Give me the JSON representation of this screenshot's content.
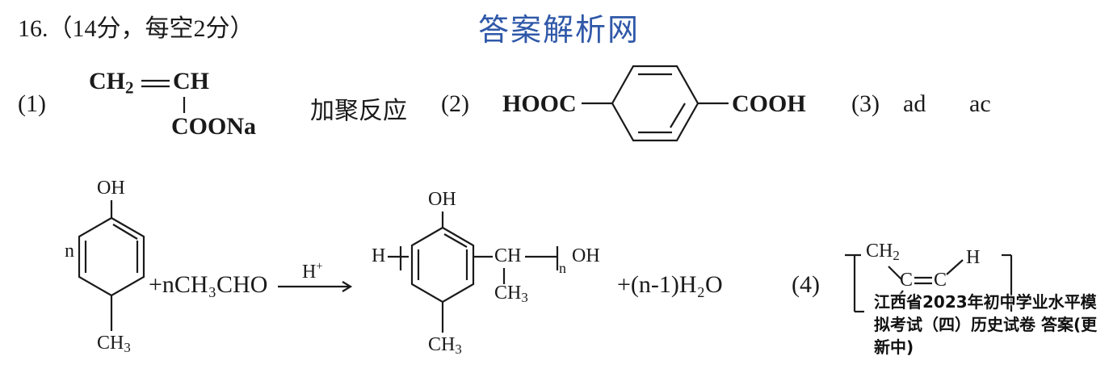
{
  "header": {
    "question": "16.（14分，每空2分）",
    "watermark": "答案解析网"
  },
  "part1": {
    "label": "(1)",
    "monomer_top": "CH",
    "monomer_top_sub": "2",
    "monomer_top_right": "CH",
    "monomer_bottom": "COONa",
    "reaction_type": "加聚反应"
  },
  "part2": {
    "label": "(2)",
    "left_group": "HOOC",
    "right_group": "COOH"
  },
  "part3": {
    "label": "(3)",
    "answer_1": "ad",
    "answer_2": "ac"
  },
  "equation": {
    "phenol_oh": "OH",
    "phenol_coeff": "n",
    "phenol_ch3": "CH",
    "phenol_ch3_sub": "3",
    "reagent": "+nCH₃CHO",
    "catalyst": "H",
    "catalyst_sup": "+",
    "product_oh": "OH",
    "product_end_h": "H",
    "product_ch": "CH",
    "product_n": "n",
    "product_end_oh": "OH",
    "product_ch3_side": "CH",
    "product_ch3_side_sub": "3",
    "product_ch3_ring": "CH",
    "product_ch3_ring_sub": "3",
    "byproduct": "+(n-1)H₂O"
  },
  "part4": {
    "label": "(4)",
    "ch2": "CH",
    "ch2_sub": "2",
    "c1": "C",
    "c2": "C",
    "h": "H"
  },
  "overlay": {
    "text": "江西省2023年初中学业水平模拟考试（四）历史试卷 答案(更新中)"
  }
}
